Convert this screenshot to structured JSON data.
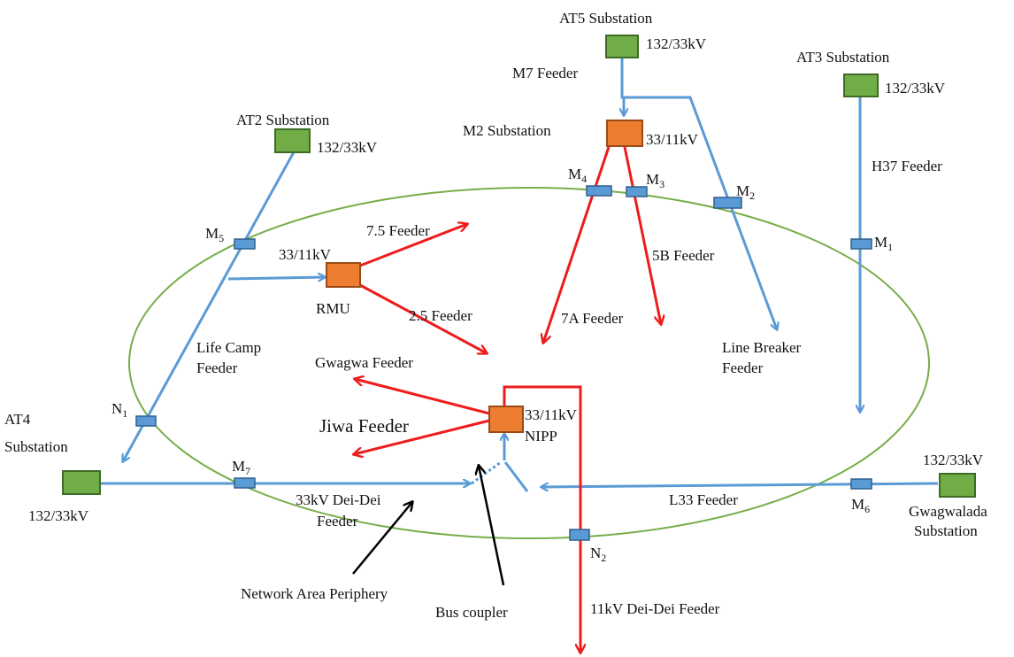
{
  "colors": {
    "feeder_33kv": "#5b9bd5",
    "feeder_11kv": "#ee1c1c",
    "periphery": "#77ad48",
    "substation_132": "#70ad47",
    "substation_33_11": "#ed7d31",
    "meter": "#5b9bd5"
  },
  "substations": {
    "at5": {
      "name": "AT5 Substation",
      "rating": "132/33kV"
    },
    "at3": {
      "name": "AT3 Substation",
      "rating": "132/33kV"
    },
    "at2": {
      "name": "AT2 Substation",
      "rating": "132/33kV"
    },
    "at4": {
      "name_line1": "AT4",
      "name_line2": "Substation",
      "rating": "132/33kV"
    },
    "gwagwalada": {
      "name_line1": "Gwagwalada",
      "name_line2": "Substation",
      "rating": "132/33kV"
    },
    "m2": {
      "name": "M2 Substation",
      "rating": "33/11kV"
    },
    "rmu": {
      "name": "RMU",
      "rating": "33/11kV"
    },
    "nipp": {
      "name": "NIPP",
      "rating": "33/11kV"
    }
  },
  "feeders": {
    "m7": "M7 Feeder",
    "h37": "H37 Feeder",
    "f75": "7.5 Feeder",
    "f5b": "5B Feeder",
    "f25": "2.5 Feeder",
    "f7a": "7A Feeder",
    "line_breaker_1": "Line Breaker",
    "line_breaker_2": "Feeder",
    "life_camp_1": "Life Camp",
    "life_camp_2": "Feeder",
    "gwagwa": "Gwagwa Feeder",
    "jiwa": "Jiwa Feeder",
    "dei33_1": "33kV Dei-Dei",
    "dei33_2": "Feeder",
    "l33": "L33 Feeder",
    "dei11": "11kV Dei-Dei Feeder"
  },
  "meters": {
    "m1": {
      "letter": "M",
      "sub": "1"
    },
    "m2": {
      "letter": "M",
      "sub": "2"
    },
    "m3": {
      "letter": "M",
      "sub": "3"
    },
    "m4": {
      "letter": "M",
      "sub": "4"
    },
    "m5": {
      "letter": "M",
      "sub": "5"
    },
    "m6": {
      "letter": "M",
      "sub": "6"
    },
    "m7": {
      "letter": "M",
      "sub": "7"
    },
    "n1": {
      "letter": "N",
      "sub": "1"
    },
    "n2": {
      "letter": "N",
      "sub": "2"
    }
  },
  "annotations": {
    "periphery": "Network Area Periphery",
    "bus_coupler": "Bus coupler"
  }
}
